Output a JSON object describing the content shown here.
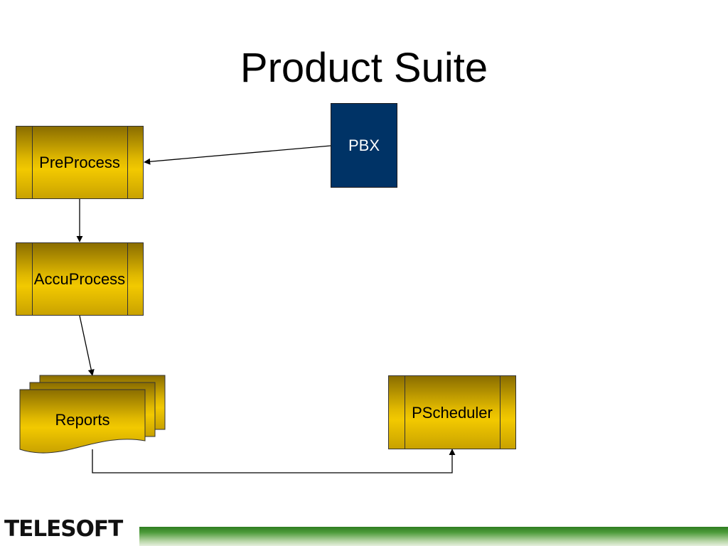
{
  "slide": {
    "title": "Product Suite"
  },
  "nodes": {
    "preprocess": "PreProcess",
    "accuprocess": "AccuProcess",
    "reports": "Reports",
    "pscheduler": "PScheduler",
    "pbx": "PBX"
  },
  "logo": {
    "name": "TELESOFT",
    "icon": "ts-monogram-icon"
  },
  "colors": {
    "process_fill": "#e0b800",
    "pbx_fill": "#003366",
    "footer_green": "#2e7d20"
  }
}
